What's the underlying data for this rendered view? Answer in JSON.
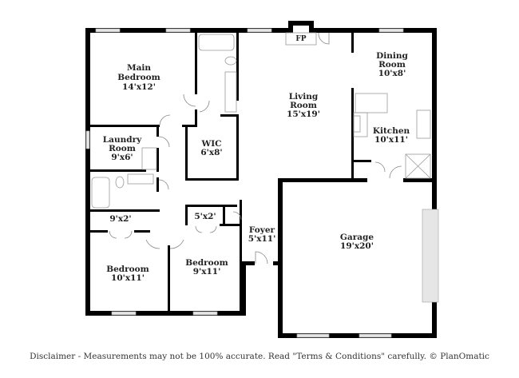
{
  "floorplan": {
    "rooms": [
      {
        "id": "main-bedroom",
        "name": "Main Bedroom",
        "name_lines": [
          "Main",
          "Bedroom"
        ],
        "size": "14'x12'"
      },
      {
        "id": "laundry-room",
        "name": "Laundry Room",
        "name_lines": [
          "Laundry",
          "Room"
        ],
        "size": "9'x6'"
      },
      {
        "id": "wic",
        "name": "WIC",
        "name_lines": [
          "WIC"
        ],
        "size": "6'x8'"
      },
      {
        "id": "living-room",
        "name": "Living Room",
        "name_lines": [
          "Living",
          "Room"
        ],
        "size": "15'x19'"
      },
      {
        "id": "dining-room",
        "name": "Dining Room",
        "name_lines": [
          "Dining",
          "Room"
        ],
        "size": "10'x8'"
      },
      {
        "id": "kitchen",
        "name": "Kitchen",
        "name_lines": [
          "Kitchen"
        ],
        "size": "10'x11'"
      },
      {
        "id": "closet-1",
        "name": "",
        "name_lines": [],
        "size": "9'x2'"
      },
      {
        "id": "closet-2",
        "name": "",
        "name_lines": [],
        "size": "5'x2'"
      },
      {
        "id": "foyer",
        "name": "Foyer",
        "name_lines": [
          "Foyer"
        ],
        "size": "5'x11'"
      },
      {
        "id": "bedroom-1",
        "name": "Bedroom",
        "name_lines": [
          "Bedroom"
        ],
        "size": "10'x11'"
      },
      {
        "id": "bedroom-2",
        "name": "Bedroom",
        "name_lines": [
          "Bedroom"
        ],
        "size": "9'x11'"
      },
      {
        "id": "garage",
        "name": "Garage",
        "name_lines": [
          "Garage"
        ],
        "size": "19'x20'"
      }
    ],
    "fixtures": {
      "fireplace": "FP"
    },
    "colors": {
      "wall": "#000000",
      "window": "#cccccc",
      "fixture": "#999999",
      "background": "#ffffff"
    }
  },
  "disclaimer": "Disclaimer - Measurements may not be 100% accurate. Read \"Terms & Conditions\" carefully. © PlanOmatic"
}
